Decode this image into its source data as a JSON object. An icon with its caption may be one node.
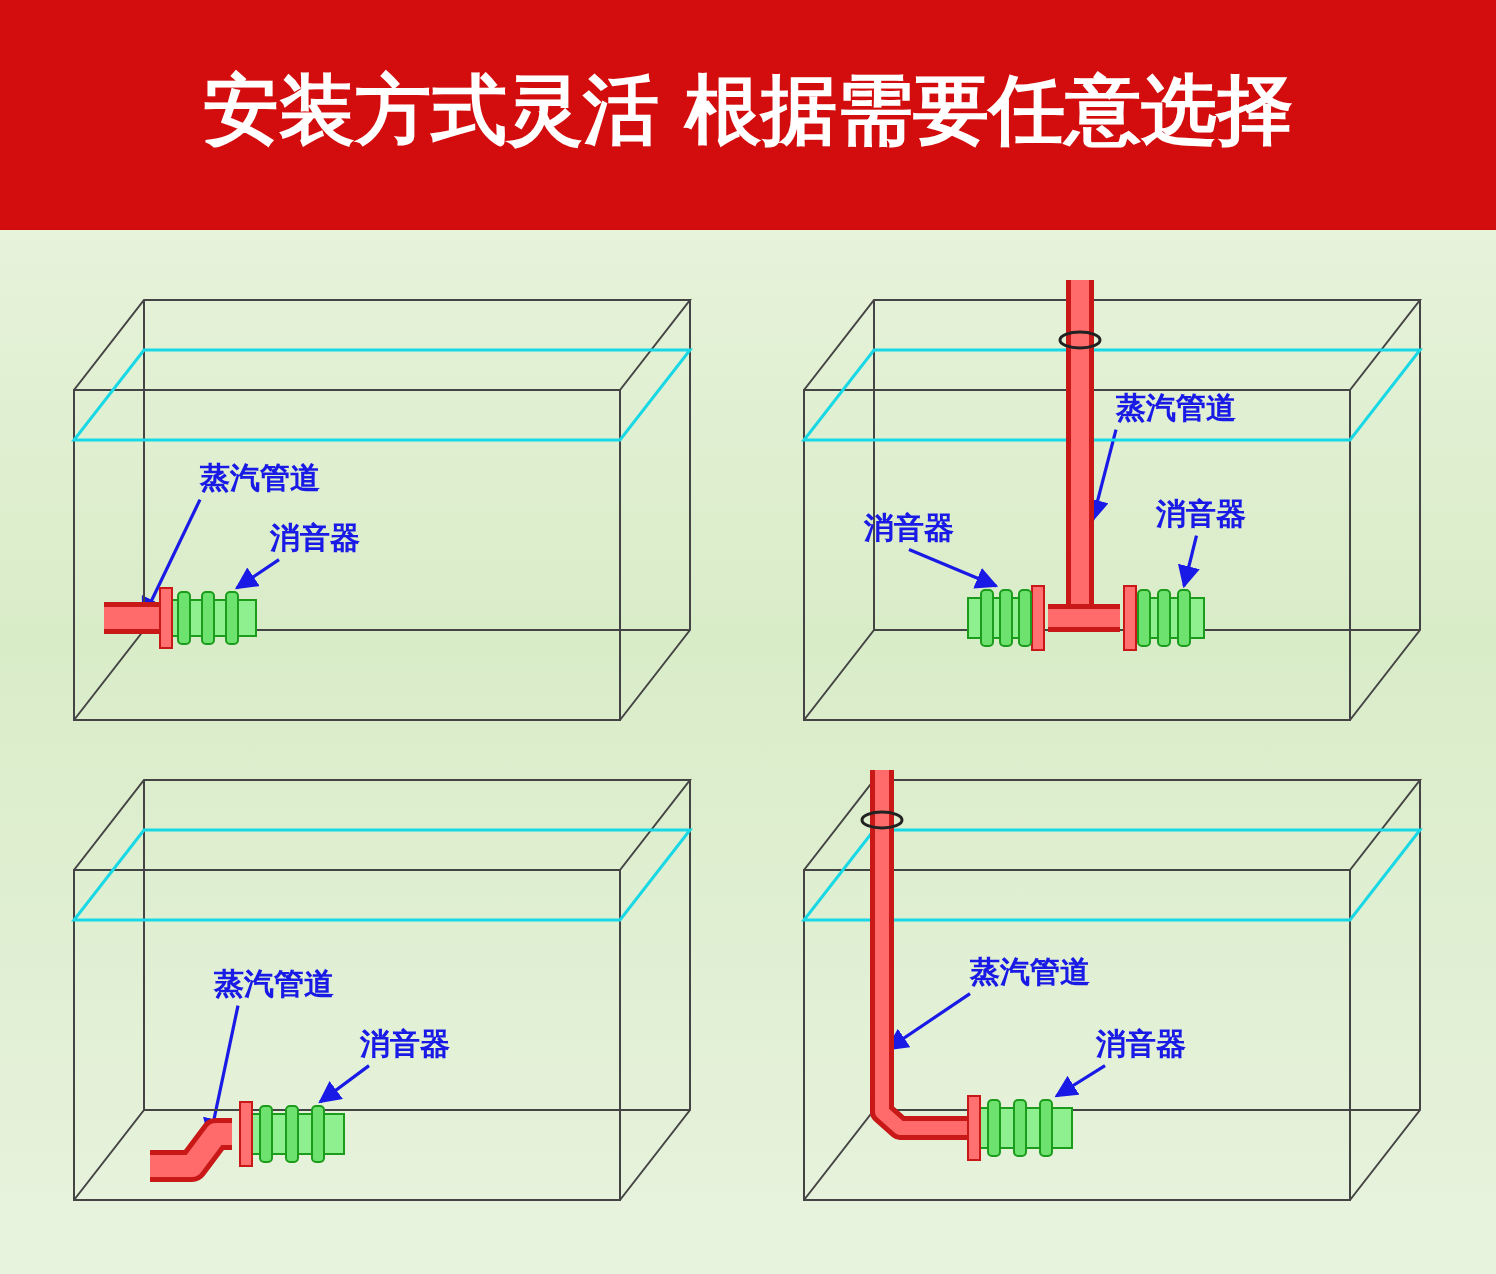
{
  "diagram": {
    "title": "安装方式灵活 根据需要任意选择",
    "nodes": [
      {
        "text": [
          "蒸汽管道"
        ]
      },
      {
        "text": [
          "消音器"
        ]
      },
      {
        "text": [],
        "shape": "pipe"
      },
      {
        "text": [],
        "shape": "silencer"
      },
      {
        "text": [
          "蒸汽管道"
        ]
      },
      {
        "text": [
          "消音器"
        ]
      },
      {
        "text": [
          "消音器"
        ]
      },
      {
        "text": [],
        "shape": "pipe"
      },
      {
        "text": [],
        "shape": "silencer"
      },
      {
        "text": [],
        "shape": "silencer"
      },
      {
        "text": [
          "蒸汽管道"
        ]
      },
      {
        "text": [
          "消音器"
        ]
      },
      {
        "text": [],
        "shape": "pipe"
      },
      {
        "text": [],
        "shape": "silencer"
      },
      {
        "text": [
          "蒸汽管道"
        ]
      },
      {
        "text": [
          "消音器"
        ]
      },
      {
        "text": [],
        "shape": "pipe"
      },
      {
        "text": [],
        "shape": "silencer"
      }
    ],
    "edges": [
      {
        "from": 0,
        "to": 2,
        "arrow": "to"
      },
      {
        "from": 1,
        "to": 3,
        "arrow": "to"
      },
      {
        "from": 4,
        "to": 7,
        "arrow": "to"
      },
      {
        "from": 5,
        "to": 8,
        "arrow": "to"
      },
      {
        "from": 6,
        "to": 9,
        "arrow": "to"
      },
      {
        "from": 10,
        "to": 12,
        "arrow": "to"
      },
      {
        "from": 11,
        "to": 13,
        "arrow": "to"
      },
      {
        "from": 14,
        "to": 16,
        "arrow": "to"
      },
      {
        "from": 15,
        "to": 17,
        "arrow": "to"
      }
    ]
  }
}
